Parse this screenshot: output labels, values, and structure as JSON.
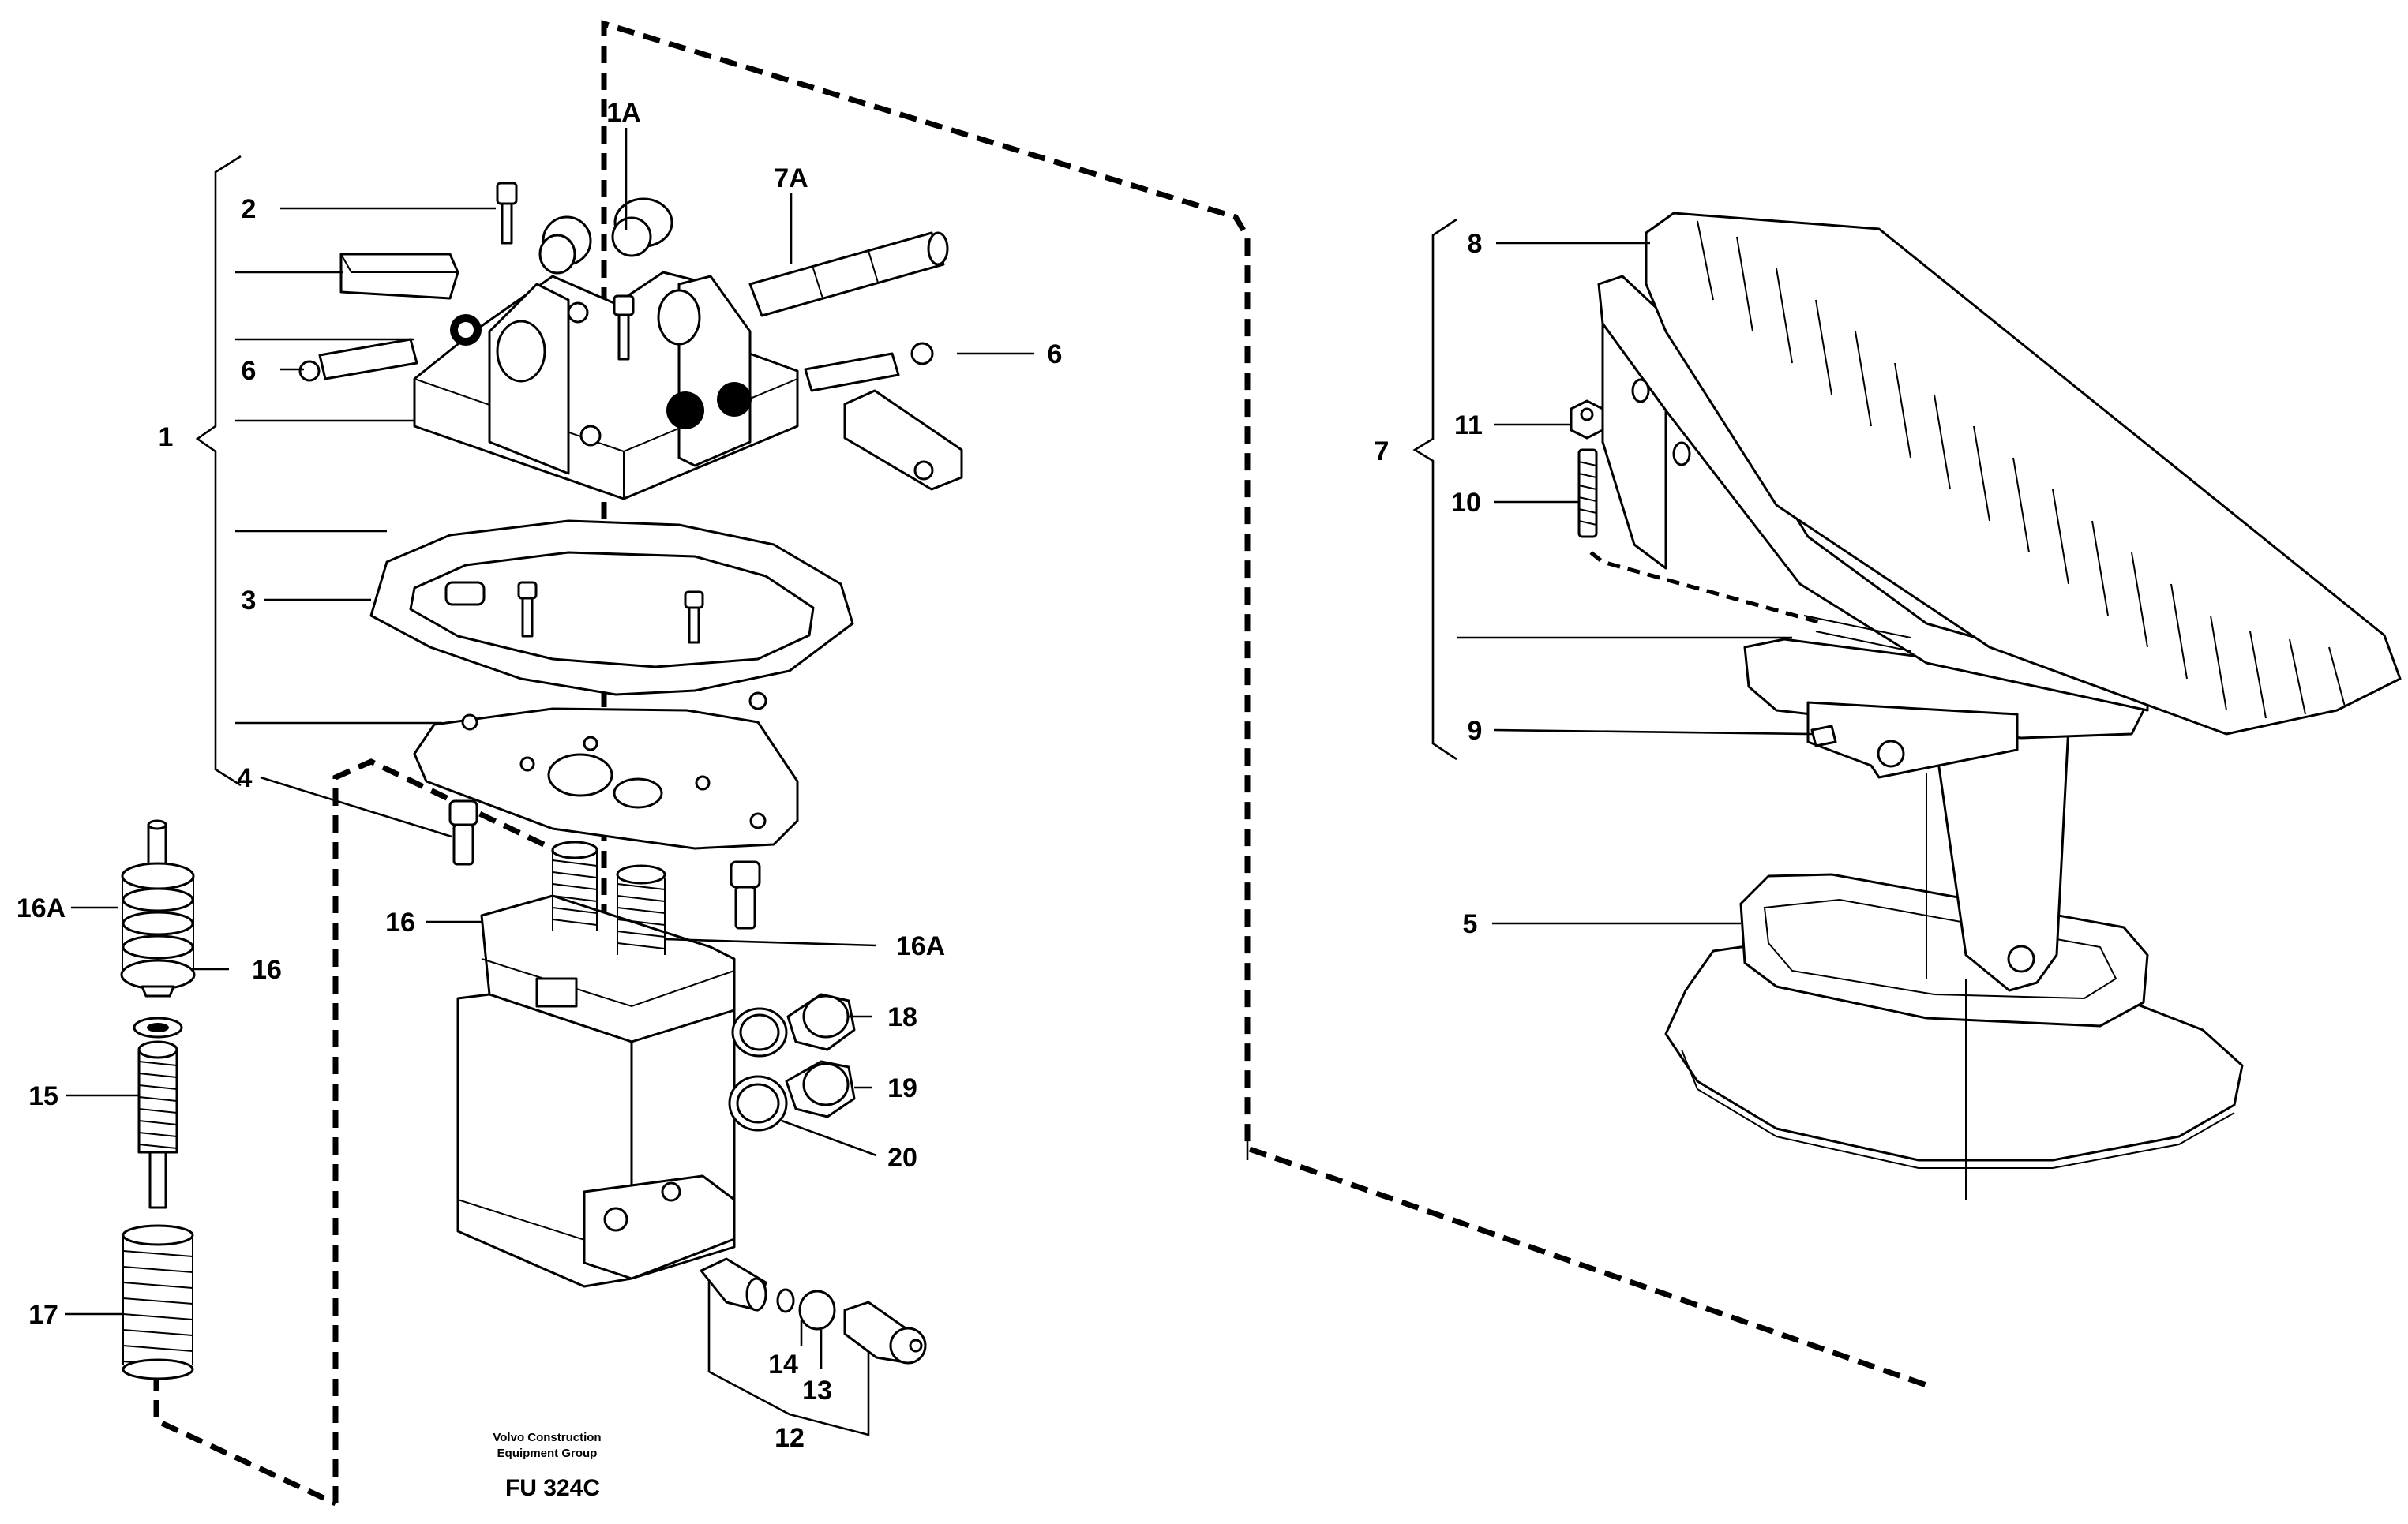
{
  "diagram": {
    "credit_line1": "Volvo Construction",
    "credit_line2": "Equipment Group",
    "code": "FU 324C"
  },
  "callouts": {
    "c1": "1",
    "c1A": "1A",
    "c2": "2",
    "c3": "3",
    "c4": "4",
    "c5": "5",
    "c6_left": "6",
    "c6_right": "6",
    "c7": "7",
    "c7A": "7A",
    "c8": "8",
    "c9": "9",
    "c10": "10",
    "c11": "11",
    "c12": "12",
    "c13": "13",
    "c14": "14",
    "c15": "15",
    "c16_left": "16",
    "c16_mid": "16",
    "c16A_left": "16A",
    "c16A_mid": "16A",
    "c17": "17",
    "c18": "18",
    "c19": "19",
    "c20": "20"
  }
}
